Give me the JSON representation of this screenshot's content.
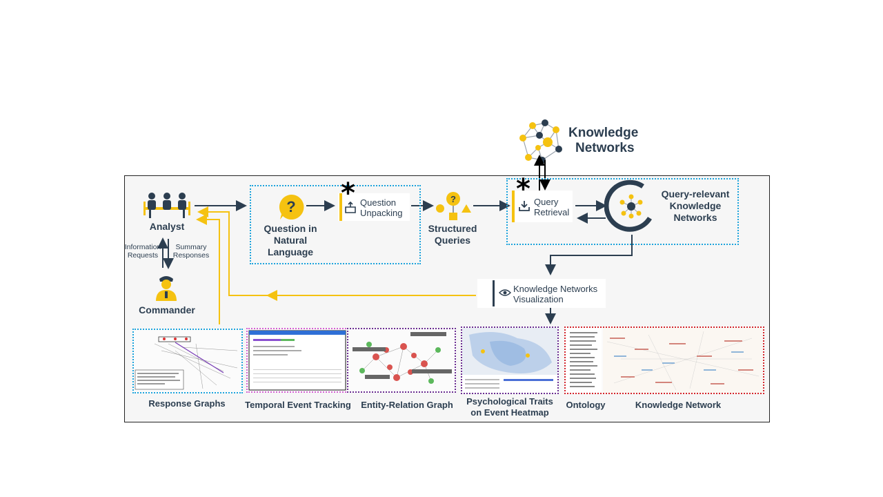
{
  "knowledge_networks": {
    "title_line1": "Knowledge",
    "title_line2": "Networks"
  },
  "analyst": {
    "label": "Analyst"
  },
  "commander": {
    "label": "Commander"
  },
  "links": {
    "info_requests_l1": "Information",
    "info_requests_l2": "Requests",
    "summary_l1": "Summary",
    "summary_l2": "Responses"
  },
  "question_nl": {
    "l1": "Question in",
    "l2": "Natural",
    "l3": "Language"
  },
  "question_unpacking": {
    "l1": "Question",
    "l2": "Unpacking",
    "marker": "*"
  },
  "structured_queries": {
    "l1": "Structured",
    "l2": "Queries"
  },
  "query_retrieval": {
    "l1": "Query",
    "l2": "Retrieval",
    "marker": "*"
  },
  "query_relevant": {
    "l1": "Query-relevant",
    "l2": "Knowledge",
    "l3": "Networks"
  },
  "visualization": {
    "l1": "Knowledge Networks",
    "l2": "Visualization"
  },
  "outputs": [
    {
      "label": "Response Graphs"
    },
    {
      "label": "Temporal Event Tracking"
    },
    {
      "label": "Entity-Relation Graph"
    },
    {
      "label_l1": "Psychological Traits",
      "label_l2": "on Event Heatmap"
    },
    {
      "label": "Ontology"
    },
    {
      "label": "Knowledge Network"
    }
  ],
  "colors": {
    "navy": "#2c3e50",
    "yellow": "#f5c211",
    "blue_dotted": "#1ba3dc",
    "magenta_dotted": "#d25fd2",
    "purple_dotted": "#6a2c91",
    "red_dotted": "#d3242b"
  }
}
